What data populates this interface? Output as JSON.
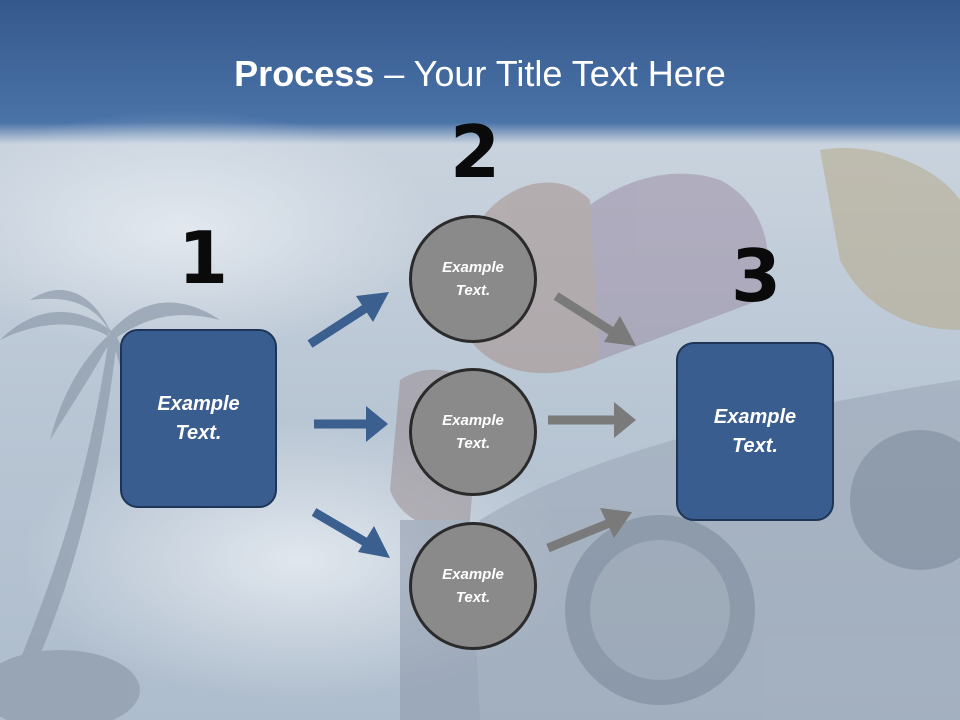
{
  "slide": {
    "title_bold": "Process",
    "title_rest": " – Your Title Text Here"
  },
  "steps": {
    "one": {
      "number": "1",
      "text": "Example\nText."
    },
    "two": {
      "number": "2",
      "items": [
        "Example\nText.",
        "Example\nText.",
        "Example\nText."
      ]
    },
    "three": {
      "number": "3",
      "text": "Example\nText."
    }
  },
  "colors": {
    "header": "#3d6aa3",
    "box_fill": "#3a5d8f",
    "box_border": "#1e3557",
    "circle_fill": "#8a8a8a",
    "blue_arrow": "#3b5f8f",
    "gray_arrow": "#7a7a7a"
  }
}
